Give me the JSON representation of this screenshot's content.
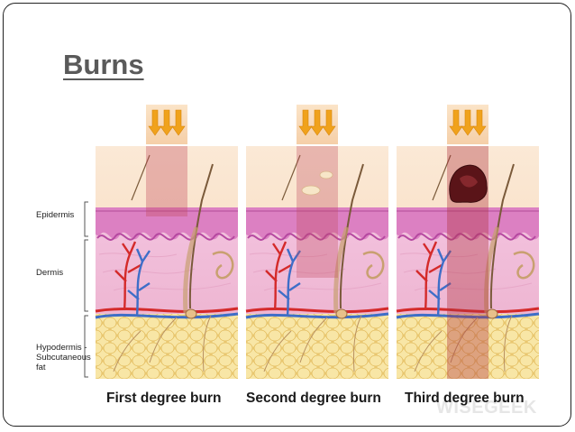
{
  "slide": {
    "title": "Burns"
  },
  "layers": {
    "epidermis": "Epidermis",
    "dermis": "Dermis",
    "hypodermis_line1": "Hypodermis -",
    "hypodermis_line2": "Subcutaneous",
    "hypodermis_line3": "fat"
  },
  "panels": [
    {
      "caption": "First degree burn"
    },
    {
      "caption": "Second degree burn"
    },
    {
      "caption": "Third degree burn"
    }
  ],
  "watermark": "WISEGEEK",
  "colors": {
    "surface": "#f7dcc3",
    "epidermis": "#dd7fc0",
    "dermis": "#f2c6de",
    "fat": "#f5dd8e",
    "heat_arrow": "#f0a21c",
    "burn_zone": "#b33a4a",
    "artery": "#d42a2a",
    "vein": "#3e6ec8"
  }
}
